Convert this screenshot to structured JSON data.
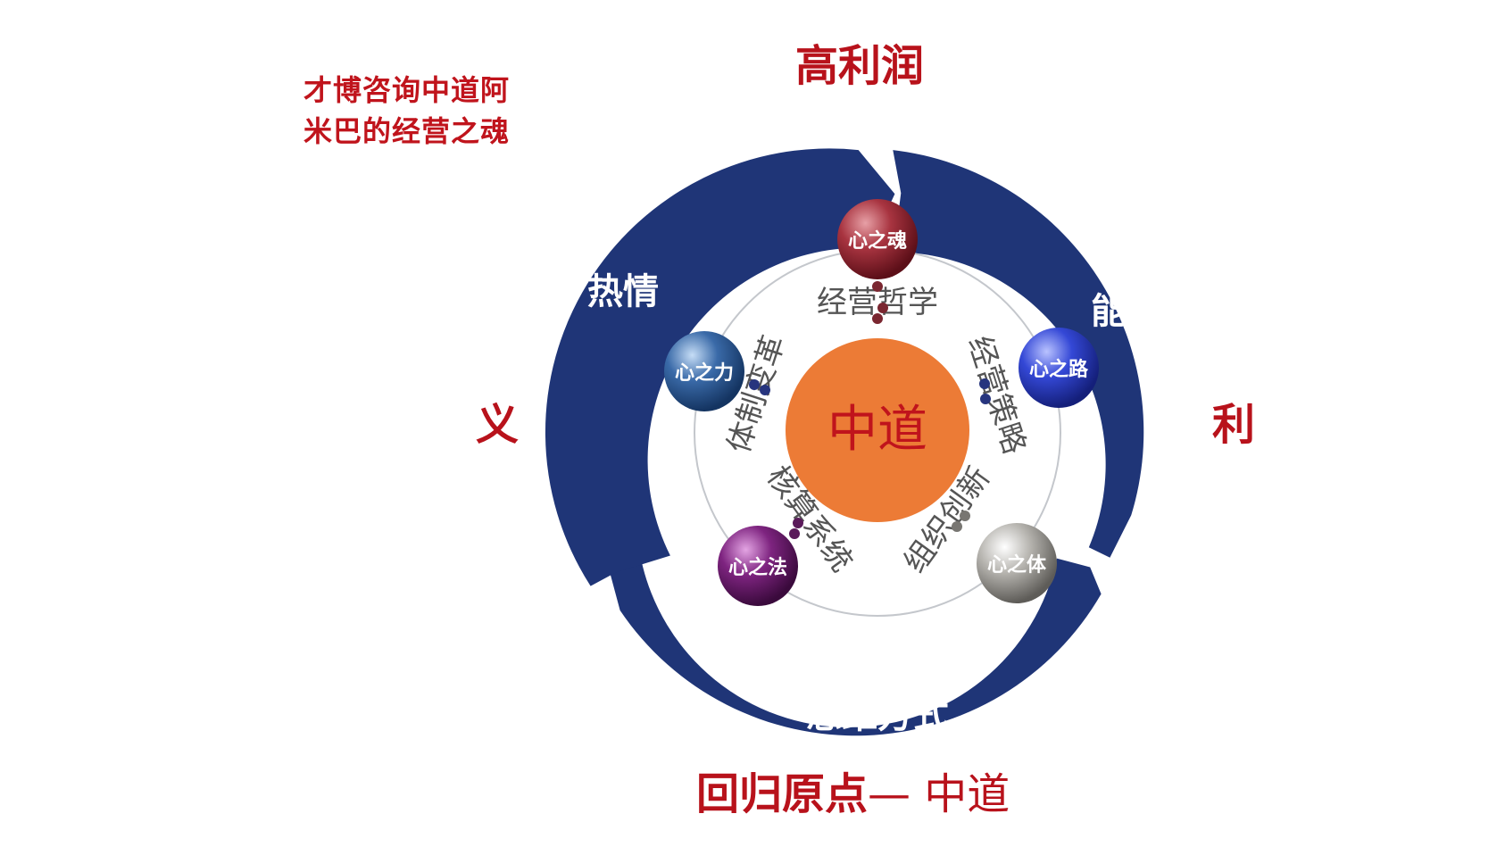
{
  "caption": {
    "line1": "才博咨询中道阿",
    "line2": "米巴的经营之魂"
  },
  "center": {
    "label": "中道"
  },
  "outer_labels": {
    "top": "高利润",
    "left": "义",
    "right": "利"
  },
  "ring_labels": {
    "top_left": "热情",
    "right": "能力",
    "bottom": "思维方式"
  },
  "nodes": [
    {
      "label": "心之魂",
      "color": "#8e1f2a"
    },
    {
      "label": "心之路",
      "color": "#2d3ec0"
    },
    {
      "label": "心之体",
      "color": "#9a9894"
    },
    {
      "label": "心之法",
      "color": "#6a1a6a"
    },
    {
      "label": "心之力",
      "color": "#27548e"
    }
  ],
  "inner_labels": [
    "经营哲学",
    "经营策略",
    "组织创新",
    "核算系统",
    "体制变革"
  ],
  "footer": {
    "bold": "回归原点",
    "normal": "— 中道"
  },
  "colors": {
    "ring": "#1f3577",
    "center": "#ec7b36",
    "accent_red": "#b8121b"
  }
}
